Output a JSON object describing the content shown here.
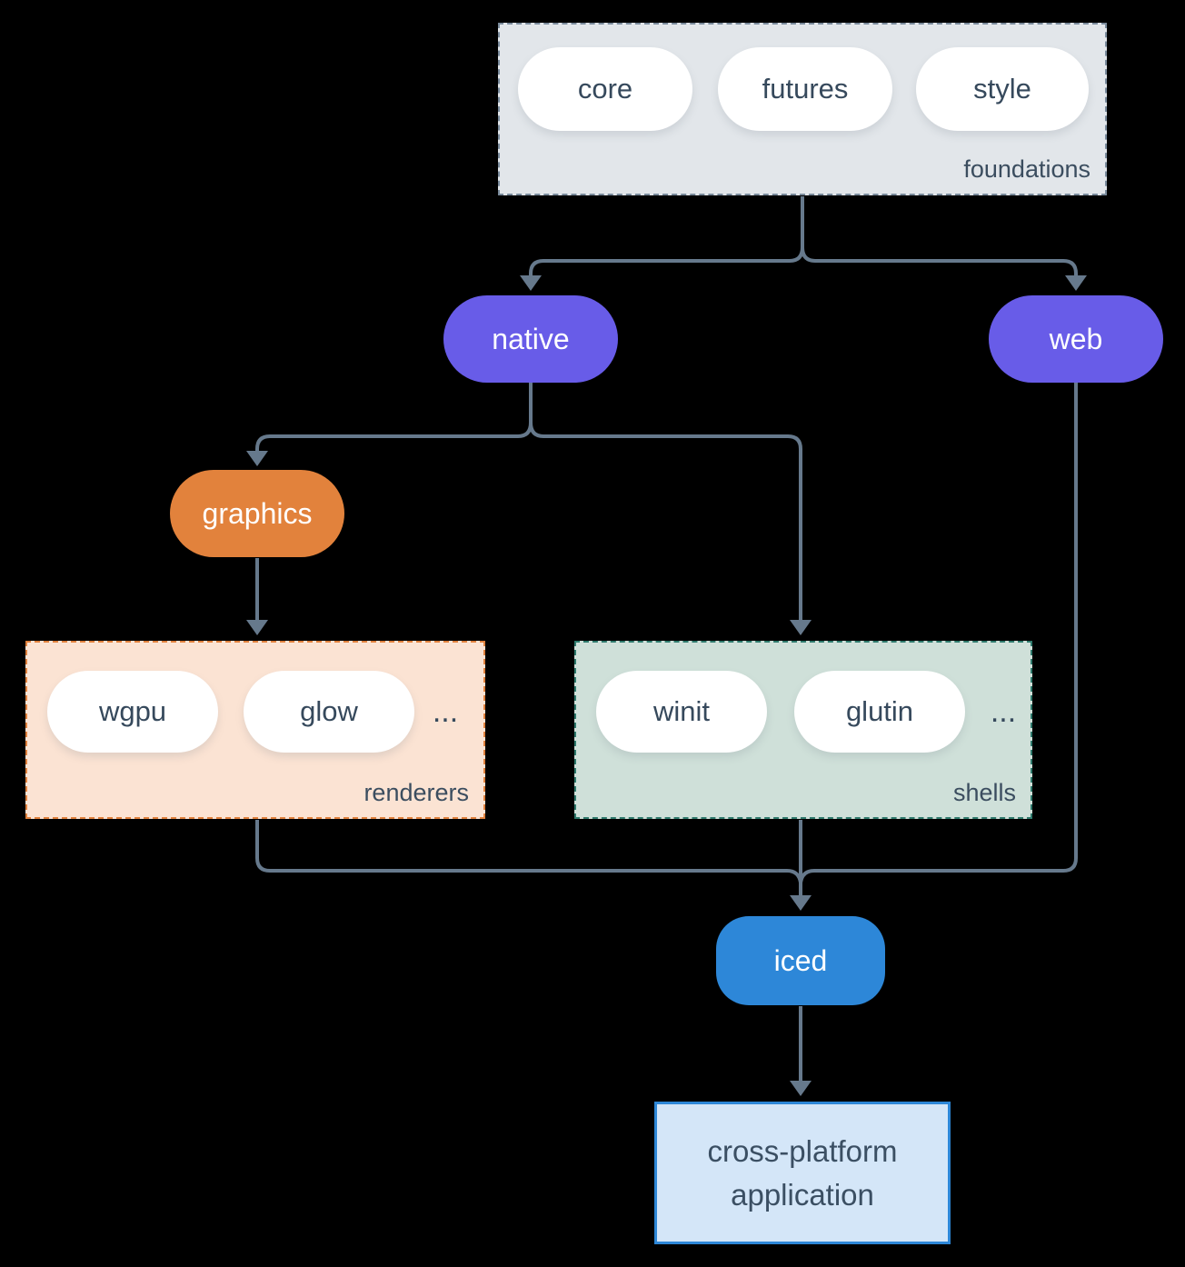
{
  "diagram": {
    "foundations": {
      "pills": [
        "core",
        "futures",
        "style"
      ],
      "label": "foundations"
    },
    "native": {
      "label": "native"
    },
    "web": {
      "label": "web"
    },
    "graphics": {
      "label": "graphics"
    },
    "renderers": {
      "pills": [
        "wgpu",
        "glow"
      ],
      "ellipsis": "...",
      "label": "renderers"
    },
    "shells": {
      "pills": [
        "winit",
        "glutin"
      ],
      "ellipsis": "...",
      "label": "shells"
    },
    "iced": {
      "label": "iced"
    },
    "application": {
      "label": "cross-platform application"
    }
  },
  "colors": {
    "background": "#000000",
    "foundations_fill": "#e2e6ea",
    "foundations_border": "#7a8b9c",
    "renderers_fill": "#fbe3d3",
    "renderers_border": "#e0813d",
    "shells_fill": "#cfe0d9",
    "shells_border": "#2f7a6d",
    "purple_node": "#685ce8",
    "orange_node": "#e2823c",
    "blue_node": "#2d87d8",
    "app_fill": "#d4e6f8",
    "app_border": "#2d87d8",
    "arrow": "#66798c",
    "dark_text": "#36495c",
    "white_text": "#ffffff"
  }
}
